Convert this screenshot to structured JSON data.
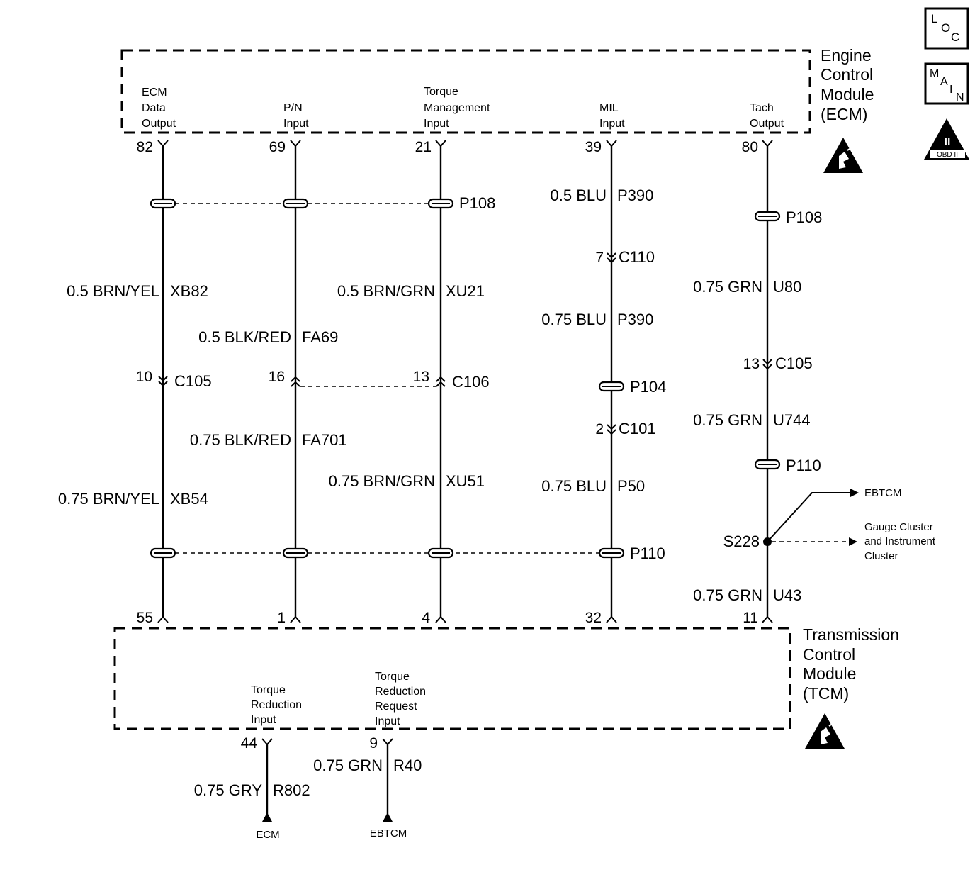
{
  "ecm": {
    "title_lines": [
      "Engine",
      "Control",
      "Module",
      "(ECM)"
    ],
    "pin_labels": [
      [
        "ECM",
        "Data",
        "Output"
      ],
      [
        "P/N",
        "Input"
      ],
      [
        "Torque",
        "Management",
        "Input"
      ],
      [
        "MIL",
        "Input"
      ],
      [
        "Tach",
        "Output"
      ]
    ],
    "pins": [
      "82",
      "69",
      "21",
      "39",
      "80"
    ]
  },
  "tcm": {
    "title_lines": [
      "Transmission",
      "Control",
      "Module",
      "(TCM)"
    ],
    "pin_labels": [
      [
        "Torque",
        "Reduction",
        "Input"
      ],
      [
        "Torque",
        "Reduction",
        "Request",
        "Input"
      ]
    ],
    "top_pins": [
      "55",
      "1",
      "4",
      "32",
      "11"
    ],
    "bottom_pins": [
      "44",
      "9"
    ]
  },
  "circuits": {
    "c1": {
      "upper_wire": "0.5 BRN/YEL",
      "upper_circuit": "XB82",
      "conn_pin": "10",
      "conn": "C105",
      "lower_wire": "0.75 BRN/YEL",
      "lower_circuit": "XB54"
    },
    "c2": {
      "upper_wire": "0.5 BLK/RED",
      "upper_circuit": "FA69",
      "conn_pin": "16",
      "lower_wire": "0.75 BLK/RED",
      "lower_circuit": "FA701"
    },
    "c3": {
      "splice_top": "P108",
      "upper_wire": "0.5 BRN/GRN",
      "upper_circuit": "XU21",
      "conn_pin": "13",
      "conn": "C106",
      "lower_wire": "0.75 BRN/GRN",
      "lower_circuit": "XU51"
    },
    "c4": {
      "w1": "0.5 BLU",
      "c1": "P390",
      "conn1_pin": "7",
      "conn1": "C110",
      "w2": "0.75 BLU",
      "c2": "P390",
      "splice_mid": "P104",
      "conn2_pin": "2",
      "conn2": "C101",
      "w3": "0.75 BLU",
      "c3": "P50",
      "splice_bottom": "P110"
    },
    "c5": {
      "splice_top": "P108",
      "w1": "0.75 GRN",
      "c1": "U80",
      "conn_pin": "13",
      "conn": "C105",
      "w2": "0.75 GRN",
      "c2": "U744",
      "splice_mid": "P110",
      "splice_node": "S228",
      "w3": "0.75 GRN",
      "c3": "U43",
      "branch_solid": "EBTCM",
      "branch_dashed_lines": [
        "Gauge Cluster",
        "and Instrument",
        "Cluster"
      ]
    },
    "c6": {
      "wire": "0.75 GRY",
      "circuit": "R802",
      "dest": "ECM"
    },
    "c7": {
      "wire": "0.75 GRN",
      "circuit": "R40",
      "dest": "EBTCM"
    }
  },
  "icons": {
    "loc": [
      "L",
      "O",
      "C"
    ],
    "main": [
      "M",
      "A",
      "I",
      "N"
    ],
    "obd_roman": "II",
    "obd_text": "OBD II"
  }
}
